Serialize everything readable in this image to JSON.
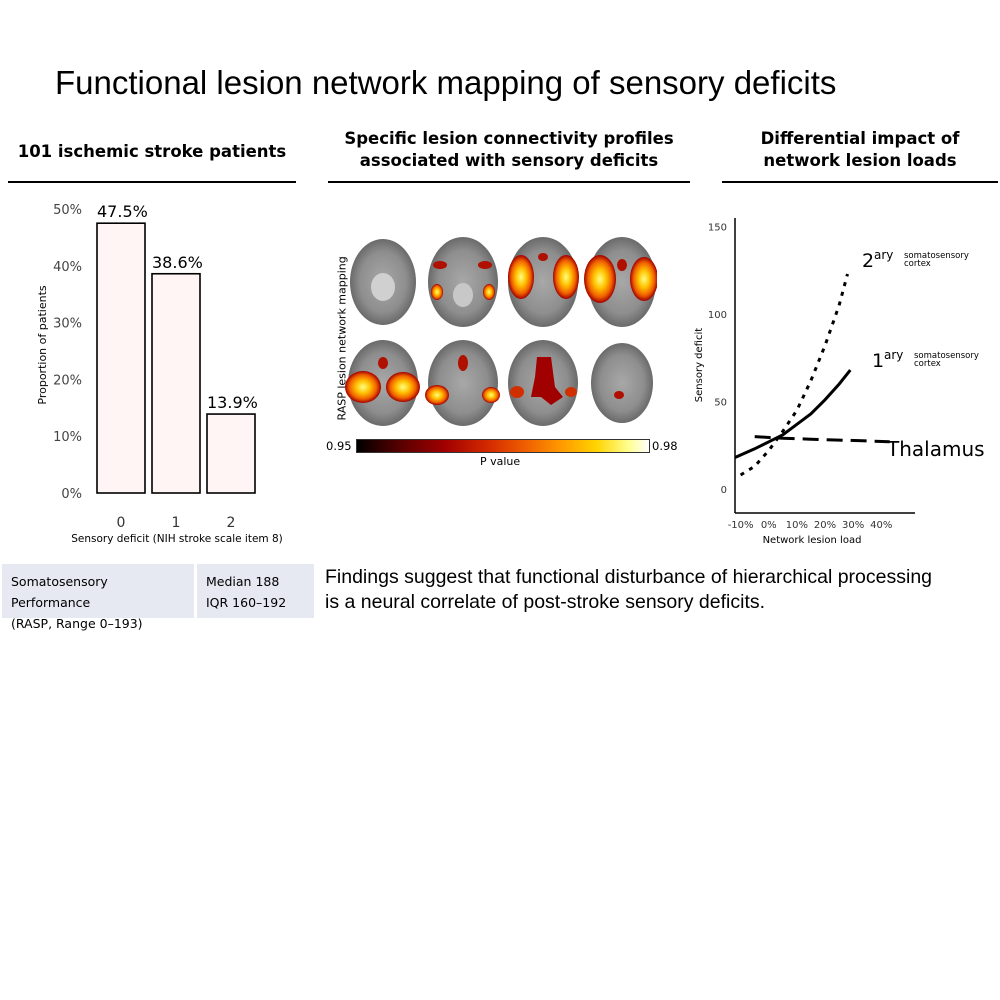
{
  "title": "Functional lesion network mapping of sensory deficits",
  "panels": {
    "left": {
      "title": "101 ischemic stroke patients"
    },
    "middle": {
      "title_line1": "Specific lesion connectivity profiles",
      "title_line2": "associated with sensory deficits"
    },
    "right": {
      "title_line1": "Differential impact of",
      "title_line2": "network lesion loads"
    }
  },
  "brain_map": {
    "ylabel": "RASP lesion network mapping",
    "colorbar_min": "0.95",
    "colorbar_max": "0.98",
    "colorbar_label": "P value"
  },
  "info_box": {
    "label_line1": "Somatosensory Performance",
    "label_line2": "(RASP, Range 0–193)",
    "value_line1": "Median 188",
    "value_line2": "IQR 160–192"
  },
  "findings": {
    "line1": "Findings suggest that functional disturbance of hierarchical processing",
    "line2": "is a neural correlate of post-stroke sensory deficits."
  },
  "colors": {
    "bar_fill": "#fff5f5",
    "info_bg": "#e6e8f2"
  },
  "chart_data": [
    {
      "type": "bar",
      "categories": [
        "0",
        "1",
        "2"
      ],
      "values": [
        47.5,
        38.6,
        13.9
      ],
      "data_labels": [
        "47.5%",
        "38.6%",
        "13.9%"
      ],
      "yticks": [
        "0%",
        "10%",
        "20%",
        "30%",
        "40%",
        "50%"
      ],
      "ylim": [
        0,
        50
      ],
      "xlabel": "Sensory deficit (NIH stroke scale item 8)",
      "ylabel": "Proportion of patients",
      "grid": false
    },
    {
      "type": "line",
      "xlabel": "Network lesion load",
      "ylabel": "Sensory deficit",
      "xticks": [
        "-10%",
        "0%",
        "10%",
        "20%",
        "30%",
        "40%"
      ],
      "xtick_values": [
        -10,
        0,
        10,
        20,
        30,
        40
      ],
      "yticks": [
        "0",
        "50",
        "100",
        "150"
      ],
      "ytick_values": [
        0,
        50,
        100,
        150
      ],
      "xlim": [
        -12,
        52
      ],
      "ylim": [
        -8,
        155
      ],
      "grid": false,
      "series": [
        {
          "name_main": "2",
          "name_sup": "ary",
          "name_small1": "somatosensory",
          "name_small2": "cortex",
          "style": "dotted",
          "x": [
            -10,
            -5,
            0,
            5,
            10,
            15,
            20,
            25,
            28
          ],
          "y": [
            8,
            13,
            22,
            33,
            45,
            62,
            82,
            105,
            123
          ]
        },
        {
          "name_main": "1",
          "name_sup": "ary",
          "name_small1": "somatosensory",
          "name_small2": "cortex",
          "style": "solid",
          "x": [
            -12,
            -5,
            0,
            5,
            10,
            15,
            20,
            25,
            29
          ],
          "y": [
            18,
            23,
            27,
            31,
            37,
            43,
            51,
            60,
            68
          ]
        },
        {
          "name": "Thalamus",
          "style": "dashed",
          "x": [
            -5,
            5,
            15,
            25,
            35,
            43
          ],
          "y": [
            30,
            29,
            28.5,
            28,
            27.5,
            27
          ]
        }
      ]
    }
  ]
}
